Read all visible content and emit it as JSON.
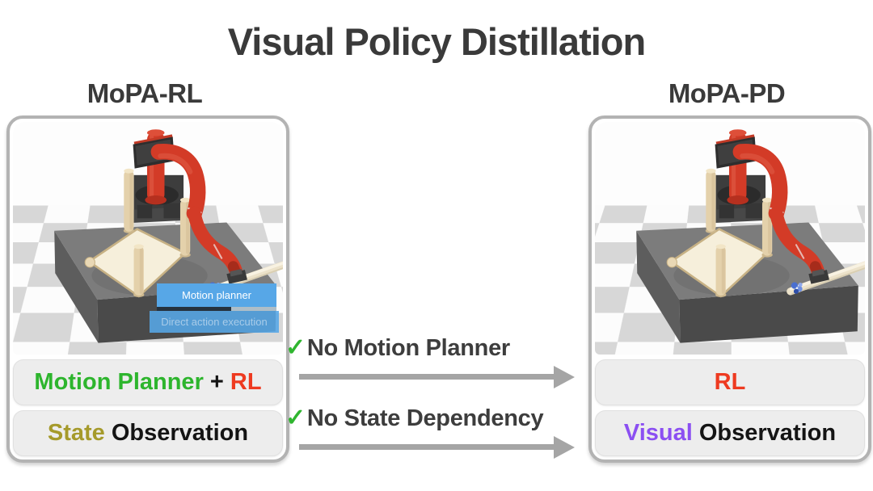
{
  "title": "Visual Policy Distillation",
  "panels": {
    "left": {
      "heading": "MoPA-RL",
      "overlay": {
        "line1": "Motion planner",
        "line2": "Direct action execution"
      },
      "policy": {
        "motion_planner": "Motion Planner",
        "plus": " + ",
        "rl": "RL"
      },
      "observation": {
        "qualifier": "State",
        "rest": " Observation"
      }
    },
    "right": {
      "heading": "MoPA-PD",
      "policy": {
        "rl": "RL"
      },
      "observation": {
        "qualifier": "Visual",
        "rest": " Observation"
      }
    }
  },
  "middle": {
    "items": [
      {
        "check": "✓",
        "text": "No Motion Planner"
      },
      {
        "check": "✓",
        "text": "No State Dependency"
      }
    ]
  },
  "colors": {
    "motion_planner_green": "#2db52d",
    "rl_red": "#ee3a20",
    "state_olive": "#a59a2b",
    "visual_purple": "#8b4ff2",
    "check_green": "#2fb52f",
    "arrow_gray": "#a5a5a5",
    "overlay_blue": "#57a7e7",
    "panel_border": "#b3b3b3",
    "text_dark": "#3a3a3a"
  }
}
